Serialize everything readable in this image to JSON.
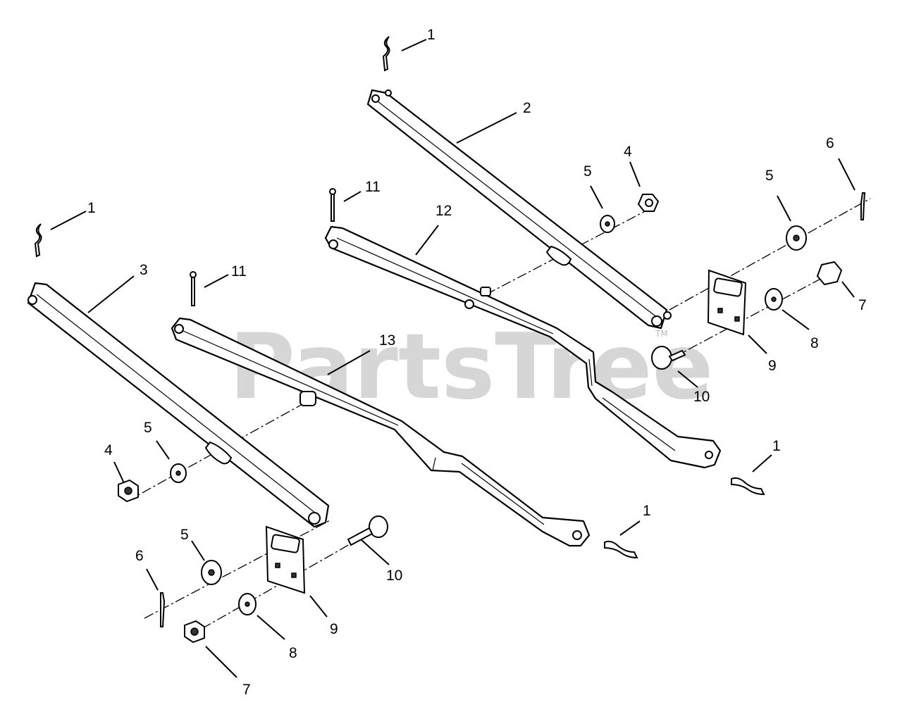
{
  "watermark": {
    "text": "PartsTree",
    "mark": "TM"
  },
  "callouts": [
    {
      "id": "c1a",
      "label": "1"
    },
    {
      "id": "c2",
      "label": "2"
    },
    {
      "id": "c4a",
      "label": "4"
    },
    {
      "id": "c5a",
      "label": "5"
    },
    {
      "id": "c6a",
      "label": "6"
    },
    {
      "id": "c5b",
      "label": "5"
    },
    {
      "id": "c11a",
      "label": "11"
    },
    {
      "id": "c12",
      "label": "12"
    },
    {
      "id": "c1b",
      "label": "1"
    },
    {
      "id": "c3",
      "label": "3"
    },
    {
      "id": "c11b",
      "label": "11"
    },
    {
      "id": "c7a",
      "label": "7"
    },
    {
      "id": "c8a",
      "label": "8"
    },
    {
      "id": "c13",
      "label": "13"
    },
    {
      "id": "c9a",
      "label": "9"
    },
    {
      "id": "c10a",
      "label": "10"
    },
    {
      "id": "c5c",
      "label": "5"
    },
    {
      "id": "c4b",
      "label": "4"
    },
    {
      "id": "c1c",
      "label": "1"
    },
    {
      "id": "c1d",
      "label": "1"
    },
    {
      "id": "c5d",
      "label": "5"
    },
    {
      "id": "c10b",
      "label": "10"
    },
    {
      "id": "c6b",
      "label": "6"
    },
    {
      "id": "c9b",
      "label": "9"
    },
    {
      "id": "c8b",
      "label": "8"
    },
    {
      "id": "c7b",
      "label": "7"
    }
  ]
}
